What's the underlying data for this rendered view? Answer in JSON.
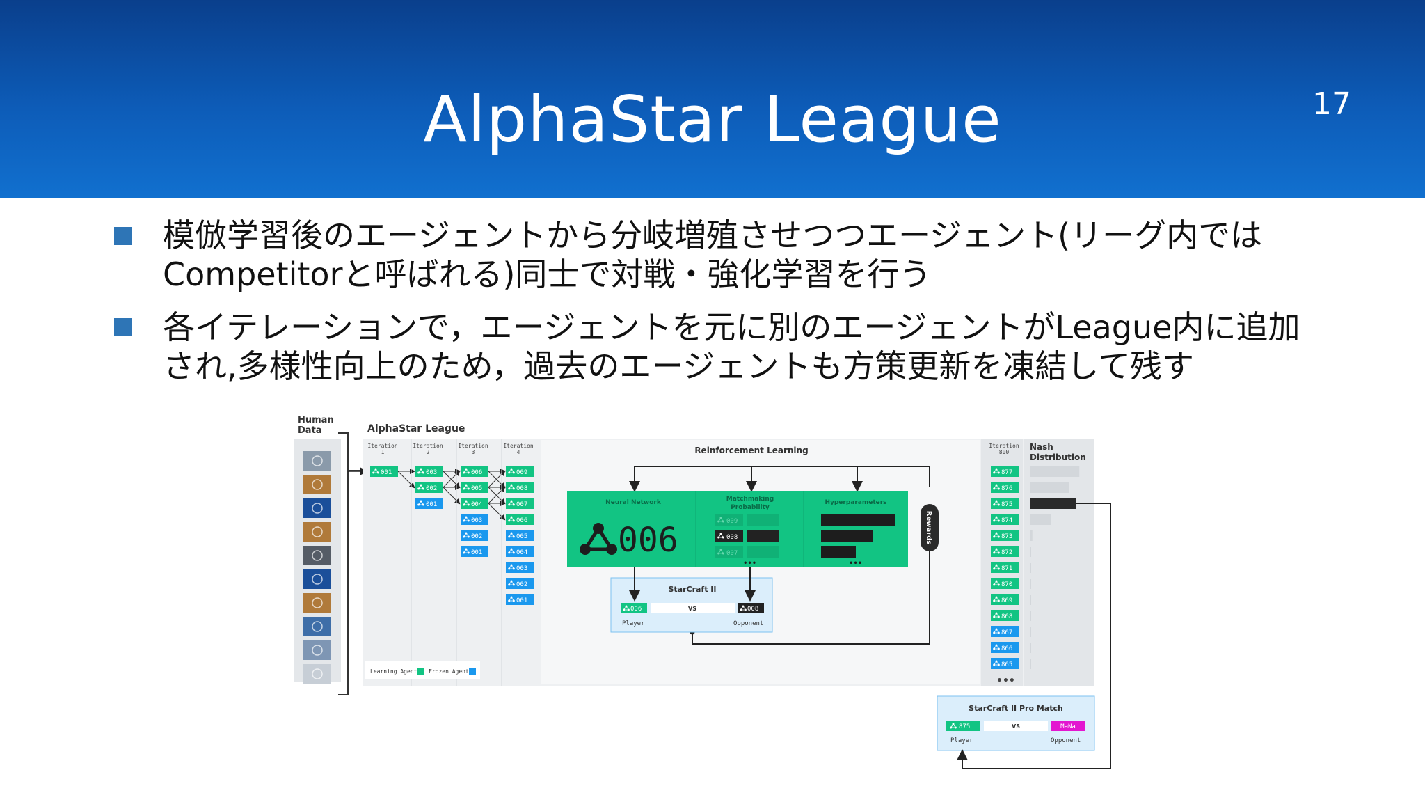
{
  "slide": {
    "title": "AlphaStar League",
    "page_number": "17",
    "bullets": [
      {
        "line1": "模倣学習後のエージェントから分岐増殖させつつエージェント(リーグ内では",
        "line2": "Competitorと呼ばれる)同士で対戦・強化学習を行う"
      },
      {
        "line1": "各イテレーションで，エージェントを元に別のエージェントがLeague内に追加",
        "line2": "され,多様性向上のため，過去のエージェントも方策更新を凍結して残す"
      }
    ]
  },
  "diagram": {
    "human_data_label": [
      "Human",
      "Data"
    ],
    "league_title": "AlphaStar League",
    "iterations": [
      {
        "label": [
          "Iteration",
          "1"
        ],
        "agents": [
          {
            "id": "001",
            "type": "learning"
          }
        ]
      },
      {
        "label": [
          "Iteration",
          "2"
        ],
        "agents": [
          {
            "id": "003",
            "type": "learning"
          },
          {
            "id": "002",
            "type": "learning"
          },
          {
            "id": "001",
            "type": "frozen"
          }
        ]
      },
      {
        "label": [
          "Iteration",
          "3"
        ],
        "agents": [
          {
            "id": "006",
            "type": "learning"
          },
          {
            "id": "005",
            "type": "learning"
          },
          {
            "id": "004",
            "type": "learning"
          },
          {
            "id": "003",
            "type": "frozen"
          },
          {
            "id": "002",
            "type": "frozen"
          },
          {
            "id": "001",
            "type": "frozen"
          }
        ]
      },
      {
        "label": [
          "Iteration",
          "4"
        ],
        "agents": [
          {
            "id": "009",
            "type": "learning"
          },
          {
            "id": "008",
            "type": "learning"
          },
          {
            "id": "007",
            "type": "learning"
          },
          {
            "id": "006",
            "type": "learning"
          },
          {
            "id": "005",
            "type": "frozen"
          },
          {
            "id": "004",
            "type": "frozen"
          },
          {
            "id": "003",
            "type": "frozen"
          },
          {
            "id": "002",
            "type": "frozen"
          },
          {
            "id": "001",
            "type": "frozen"
          }
        ]
      }
    ],
    "final_iteration": {
      "label": [
        "Iteration",
        "800"
      ],
      "agents": [
        {
          "id": "877",
          "type": "learning"
        },
        {
          "id": "876",
          "type": "learning"
        },
        {
          "id": "875",
          "type": "learning"
        },
        {
          "id": "874",
          "type": "learning"
        },
        {
          "id": "873",
          "type": "learning"
        },
        {
          "id": "872",
          "type": "learning"
        },
        {
          "id": "871",
          "type": "learning"
        },
        {
          "id": "870",
          "type": "learning"
        },
        {
          "id": "869",
          "type": "learning"
        },
        {
          "id": "868",
          "type": "learning"
        },
        {
          "id": "867",
          "type": "frozen"
        },
        {
          "id": "866",
          "type": "frozen"
        },
        {
          "id": "865",
          "type": "frozen"
        }
      ]
    },
    "nash_label": [
      "Nash",
      "Distribution"
    ],
    "nash_weights": [
      0.0,
      0.0,
      1.0,
      0.0,
      0.0,
      0.0,
      0.0,
      0.0,
      0.0,
      0.0,
      0.0,
      0.0,
      0.0
    ],
    "ellipsis": "•••",
    "rl_title": "Reinforcement Learning",
    "neural_network_label": "Neural Network",
    "matchmaking_label": [
      "Matchmaking",
      "Probability"
    ],
    "hyperparameters_label": "Hyperparameters",
    "current_agent": "006",
    "matchmaking_rows": [
      {
        "id": "009",
        "highlight": false
      },
      {
        "id": "008",
        "highlight": true
      },
      {
        "id": "007",
        "highlight": false
      }
    ],
    "rewards_label": "Rewards",
    "starcraft_title": "StarCraft II",
    "match_player": "006",
    "match_opponent": "008",
    "vs_label": "VS",
    "player_label": "Player",
    "opponent_label": "Opponent",
    "legend_learning": "Learning Agent",
    "legend_frozen": "Frozen Agent",
    "pro_match_title": "StarCraft II Pro Match",
    "pro_player": "875",
    "pro_opponent": "MaNa",
    "colors": {
      "learning": "#12c483",
      "frozen": "#1a98ee",
      "pro_opponent": "#e316d0",
      "header_top": "#0a3f8c",
      "bullet": "#2e75b6"
    }
  }
}
